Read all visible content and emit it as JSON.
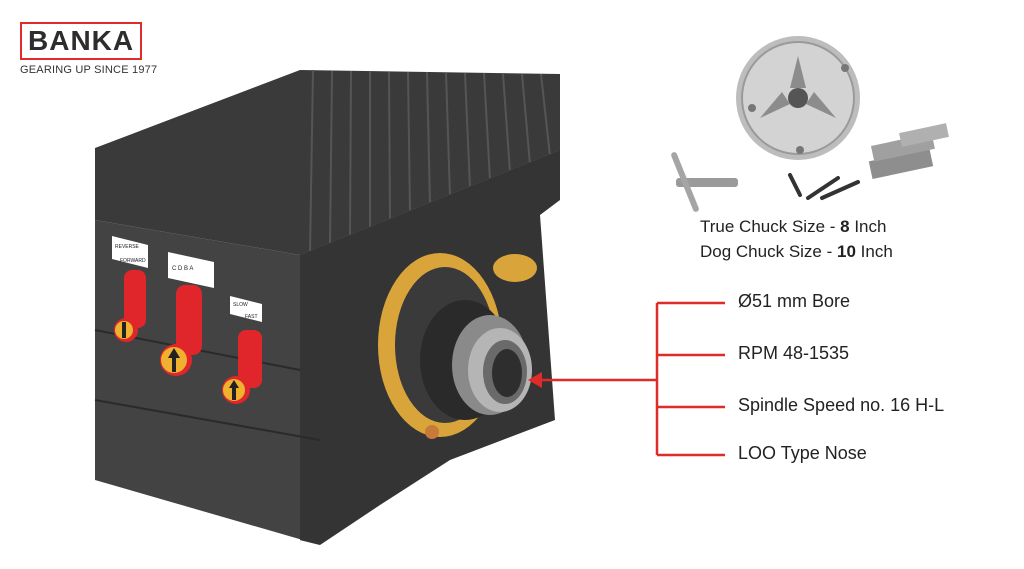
{
  "logo": {
    "brand": "BANKA",
    "tagline": "GEARING UP SINCE 1977"
  },
  "chuck": {
    "true_label": "True Chuck Size - ",
    "true_value": "8",
    "true_unit": " Inch",
    "dog_label": "Dog Chuck Size - ",
    "dog_value": "10",
    "dog_unit": " Inch"
  },
  "specs": [
    "Ø51 mm Bore",
    "RPM 48-1535",
    "Spindle Speed no. 16 H-L",
    "LOO Type Nose"
  ],
  "gearbox_labels": {
    "reverse": "REVERSE",
    "forward": "FORWARD",
    "gears": "C  D  B  A",
    "slow": "SLOW",
    "fast": "FAST"
  },
  "colors": {
    "accent_red": "#e02b2b",
    "body_dark": "#3a3a3a",
    "lever_red": "#e0262a",
    "ring_gold": "#d9a53a"
  },
  "icons": [
    "chuck-icon",
    "chuck-key-icon",
    "chuck-jaws-icon",
    "arrow-left-icon"
  ]
}
